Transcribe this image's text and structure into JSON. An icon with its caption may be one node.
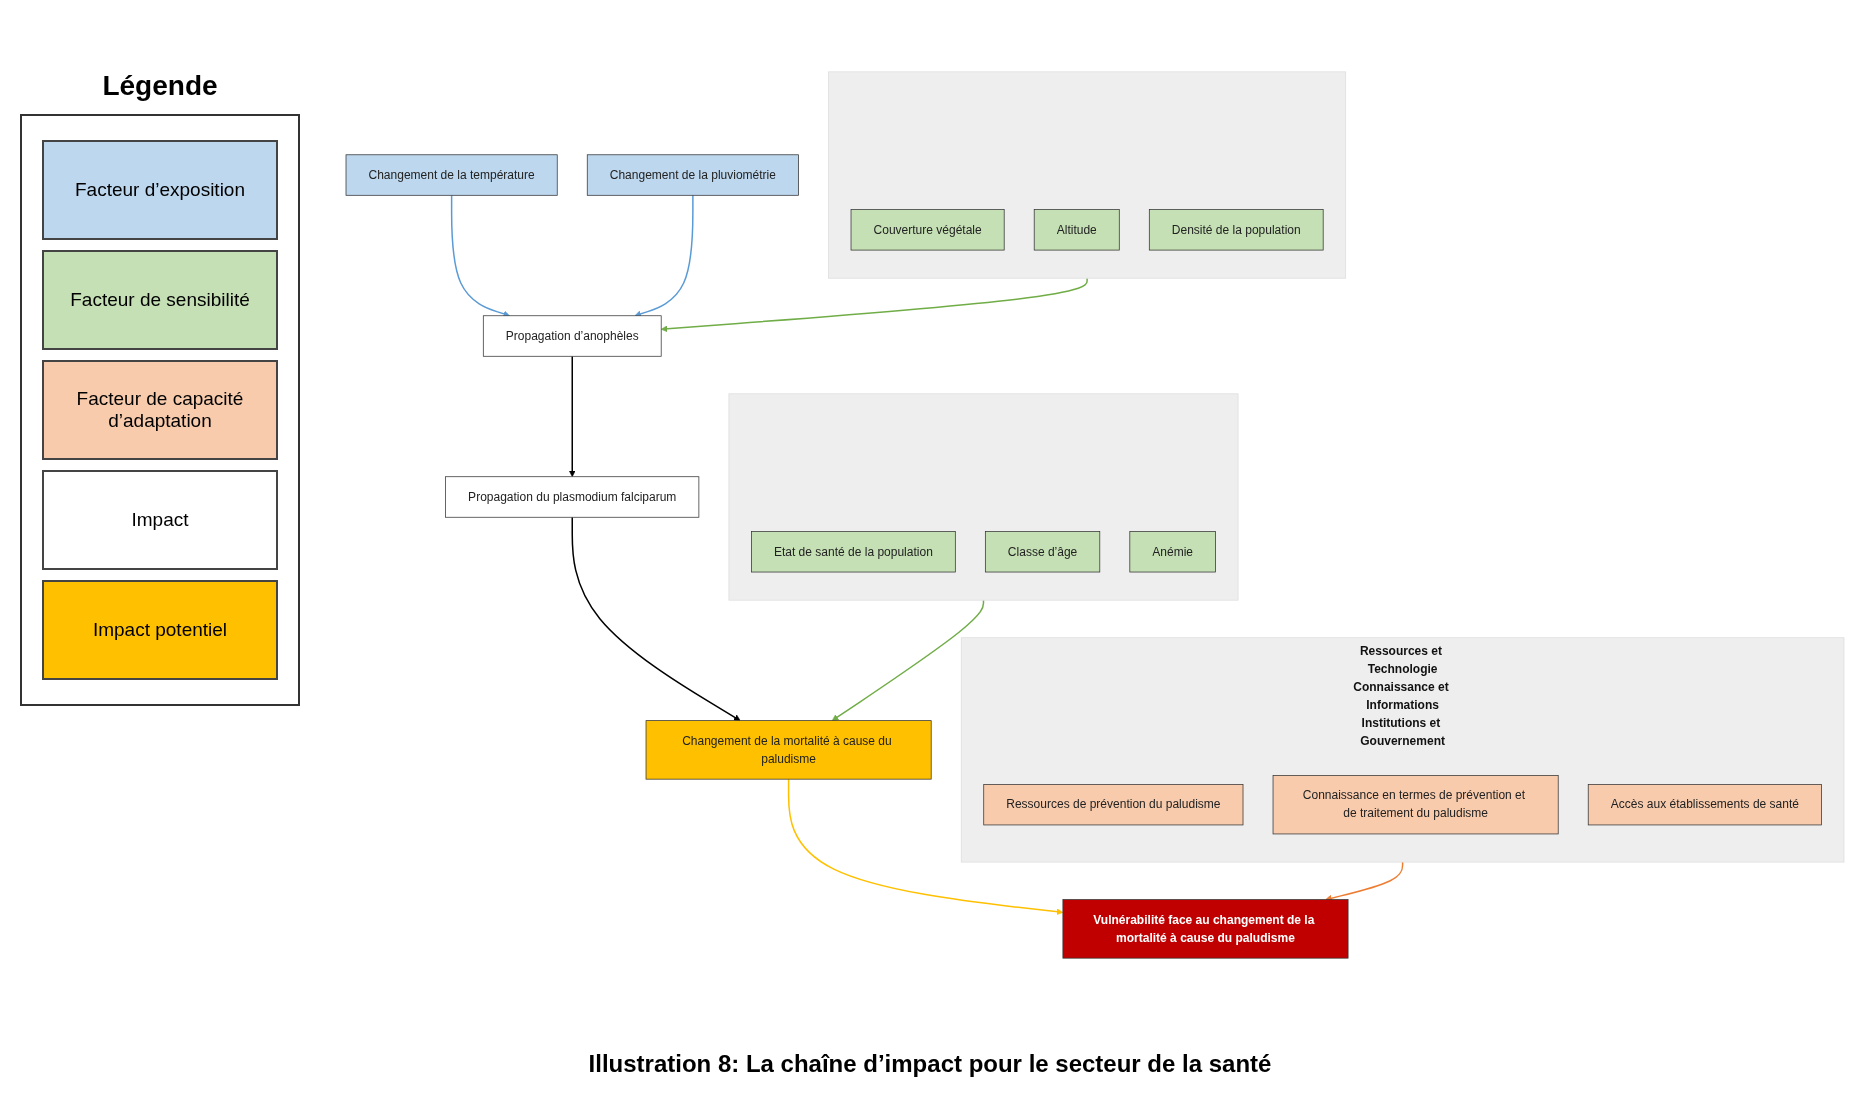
{
  "diagram": {
    "caption": "Illustration 8: La chaîne d’impact pour le secteur de la santé",
    "nodes": [
      {
        "text": [
          "Changement de la température"
        ]
      },
      {
        "text": [
          "Changement de la pluviométrie"
        ]
      },
      {
        "text": [
          "Propagation d’anophèles"
        ]
      },
      {
        "text": [],
        "shape": "box"
      },
      {
        "text": [
          "Couverture végétale"
        ],
        "in": 3
      },
      {
        "text": [
          "Altitude"
        ],
        "in": 3
      },
      {
        "text": [
          "Densité de la population"
        ],
        "in": 3
      },
      {
        "text": [
          "Propagation du plasmodium falciparum"
        ]
      },
      {
        "text": [],
        "shape": "box"
      },
      {
        "text": [
          "Etat de santé de la population"
        ],
        "in": 8
      },
      {
        "text": [
          "Classe d’âge"
        ],
        "in": 8
      },
      {
        "text": [
          "Anémie"
        ],
        "in": 8
      },
      {
        "text": [
          "Changement de la mortalité à cause du paludisme"
        ]
      },
      {
        "text": [
          "Ressources et Technologie",
          "Connaissance et Informations",
          "Institutions et Gouvernement"
        ]
      },
      {
        "text": [
          "Ressources de prévention du paludisme"
        ],
        "in": 13
      },
      {
        "text": [
          "Connaissance en termes de prévention et de traitement du paludisme"
        ],
        "in": 13
      },
      {
        "text": [
          "Accès aux établissements de santé"
        ],
        "in": 13
      },
      {
        "text": [
          "Vulnérabilité face au changement de la mortalité à cause du paludisme"
        ]
      }
    ],
    "edges": [
      {
        "from": 0,
        "to": 2,
        "arrow": "to",
        "color": "#5b9bd5"
      },
      {
        "from": 1,
        "to": 2,
        "arrow": "to",
        "color": "#5b9bd5"
      },
      {
        "from": 3,
        "to": 2,
        "arrow": "to",
        "color": "#70ad47"
      },
      {
        "from": 2,
        "to": 7,
        "arrow": "to",
        "color": "#000000"
      },
      {
        "from": 7,
        "to": 12,
        "arrow": "to",
        "color": "#000000"
      },
      {
        "from": 8,
        "to": 12,
        "arrow": "to",
        "color": "#70ad47"
      },
      {
        "from": 12,
        "to": 17,
        "arrow": "to",
        "color": "#ffc000"
      },
      {
        "from": 13,
        "to": 17,
        "arrow": "to",
        "color": "#ed7d31"
      }
    ],
    "labels": [
      "Légende"
    ],
    "legend": [
      {
        "text": "Facteur d’exposition",
        "color": "#bdd7ee"
      },
      {
        "text": "Facteur de sensibilité",
        "color": "#c5e0b4"
      },
      {
        "text": "Facteur de capacité d’adaptation",
        "color": "#f8cbad"
      },
      {
        "text": "Impact",
        "color": "#ffffff"
      },
      {
        "text": "Impact potentiel",
        "color": "#ffc000"
      }
    ]
  }
}
